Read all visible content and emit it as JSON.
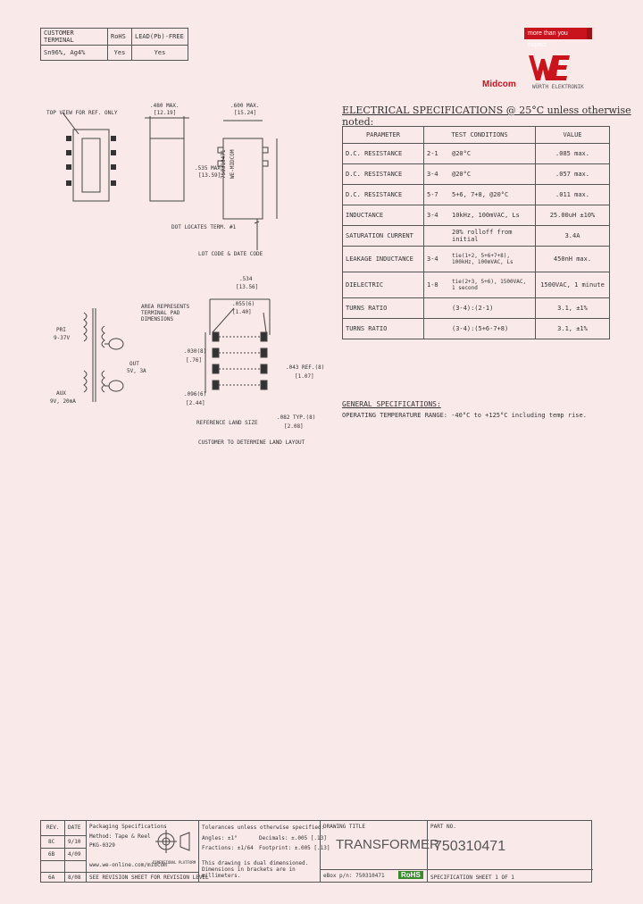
{
  "header": {
    "customer_terminal_label": "CUSTOMER TERMINAL",
    "rohs_label": "RoHS",
    "lead_free_label": "LEAD(Pb)-FREE",
    "alloy": "Sn96%, Ag4%",
    "rohs_value": "Yes",
    "lead_free_value": "Yes"
  },
  "promo": {
    "label": "more than you expect"
  },
  "logo": {
    "brand": "Midcom",
    "sub": "WÜRTH ELEKTRONIK",
    "mark": "WE"
  },
  "drawing": {
    "top_note": "TOP VIEW FOR REF. ONLY",
    "dim_480": ".480 MAX.",
    "dim_480_mm": "[12.19]",
    "dim_600": ".600 MAX.",
    "dim_600_mm": "[15.24]",
    "dim_535": ".535 MAX.",
    "dim_535_mm": "[13.59]",
    "part_marking": "750310471",
    "brand_marking": "WE-MIDCOM",
    "dot_note": "DOT LOCATES TERM. #1",
    "lot_note": "LOT CODE & DATE CODE",
    "dim_534": ".534",
    "dim_534_mm": "[13.56]",
    "area_note": "AREA REPRESENTS TERMINAL PAD DIMENSIONS",
    "dim_055": ".055(6)",
    "dim_055_mm": "[1.40]",
    "dim_030": ".030(8)",
    "dim_030_mm": "[.76]",
    "dim_096": ".096(6)",
    "dim_096_mm": "[2.44]",
    "dim_043": ".043 REF.(8)",
    "dim_043_mm": "[1.07]",
    "dim_082": ".082 TYP.(8)",
    "dim_082_mm": "[2.08]",
    "ref_land": "REFERENCE LAND SIZE",
    "customer_note": "CUSTOMER TO DETERMINE LAND LAYOUT",
    "schem_pri": "PRI",
    "schem_pri_v": "9-37V",
    "schem_out": "OUT",
    "schem_out_v": "5V, 3A",
    "schem_aux": "AUX",
    "schem_aux_v": "9V, 20mA"
  },
  "electrical": {
    "title": "ELECTRICAL SPECIFICATIONS @ 25°C unless otherwise noted:",
    "headers": [
      "PARAMETER",
      "TEST CONDITIONS",
      "VALUE"
    ],
    "rows": [
      [
        "D.C. RESISTANCE",
        "2-1",
        "@20°C",
        ".085 max."
      ],
      [
        "D.C. RESISTANCE",
        "3-4",
        "@20°C",
        ".057 max."
      ],
      [
        "D.C. RESISTANCE",
        "5-7",
        "5+6, 7+8, @20°C",
        ".011 max."
      ],
      [
        "INDUCTANCE",
        "3-4",
        "10kHz, 100mVAC, Ls",
        "25.00uH ±10%"
      ],
      [
        "SATURATION CURRENT",
        "",
        "20% rolloff from initial",
        "3.4A"
      ],
      [
        "LEAKAGE INDUCTANCE",
        "3-4",
        "tie(1+2, 5+6+7+8), 100kHz, 100mVAC, Ls",
        "450nH max."
      ],
      [
        "DIELECTRIC",
        "1-8",
        "tie(2+3, 5+6), 1500VAC, 1 second",
        "1500VAC, 1 minute"
      ],
      [
        "TURNS RATIO",
        "",
        "(3-4):(2-1)",
        "3.1, ±1%"
      ],
      [
        "TURNS RATIO",
        "",
        "(3-4):(5+6-7+8)",
        "3.1, ±1%"
      ]
    ]
  },
  "general": {
    "title": "GENERAL SPECIFICATIONS:",
    "text": "OPERATING TEMPERATURE RANGE: -40°C to +125°C including temp rise."
  },
  "titleblock": {
    "rev_label": "REV.",
    "date_label": "DATE",
    "revs": [
      {
        "rev": "8C",
        "date": "9/10"
      },
      {
        "rev": "6B",
        "date": "4/09"
      },
      {
        "rev": "6A",
        "date": "8/08"
      }
    ],
    "packaging_title": "Packaging Specifications",
    "packaging_line1": "Method: Tape & Reel",
    "packaging_line2": "PKG-0329",
    "url": "www.we-online.com/midcom",
    "revision_note": "SEE REVISION SHEET FOR REVISION LEVEL",
    "tol_title": "Tolerances unless otherwise specified:",
    "angles": "Angles: ±1°",
    "fractions": "Fractions: ±1/64",
    "decimals": "Decimals: ±.005 [.13]",
    "footprint": "Footprint: ±.005 [.13]",
    "dim_note": "This drawing is dual dimensioned. Dimensions in brackets are in millimeters.",
    "third_angle": "DIMENSIONAL PLATFORM",
    "drawing_title_label": "DRAWING TITLE",
    "drawing_title": "TRANSFORMER",
    "file_label": "eBox p/n: 750310471",
    "part_no_label": "PART NO.",
    "part_no": "750310471",
    "rohs_badge": "RoHS",
    "sheet_label": "SPECIFICATION SHEET 1 OF 1"
  }
}
